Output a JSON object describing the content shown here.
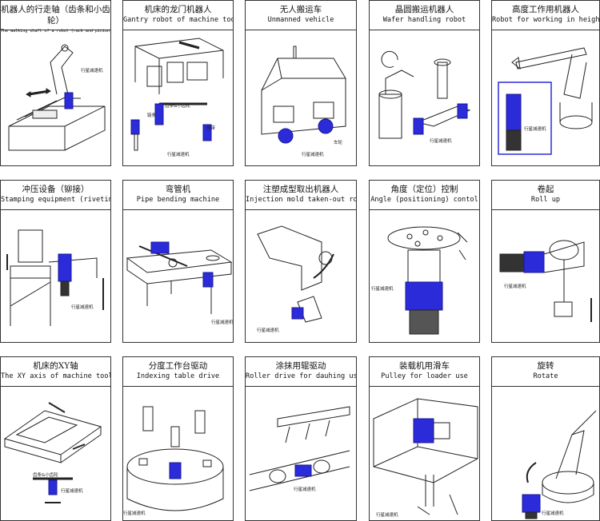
{
  "colors": {
    "accent": "#2b2bd9",
    "line": "#222222"
  },
  "cards": [
    {
      "zh": "机器人的行走轴（齿条和小齿轮）",
      "en": "The walking shaft of a robot (rack and pinion)",
      "label": "行星减速机"
    },
    {
      "zh": "机床的龙门机器人",
      "en": "Gantry robot of machine tool",
      "label": "行星减速机",
      "extra1": "链条",
      "extra2": "皮带",
      "extra3": "齿条&小齿轮"
    },
    {
      "zh": "无人搬运车",
      "en": "Unmanned vehicle",
      "label": "行星减速机",
      "extra1": "车轮"
    },
    {
      "zh": "晶圆搬运机器人",
      "en": "Wafer handling robot",
      "label": "行星减速机"
    },
    {
      "zh": "高度工作用机器人",
      "en": "Robot for working in height",
      "label": "行星减速机"
    },
    {
      "zh": "冲压设备（铆接）",
      "en": "Stamping equipment (riveting)",
      "label": "行星减速机"
    },
    {
      "zh": "弯管机",
      "en": "Pipe bending machine",
      "label": "行星减速机"
    },
    {
      "zh": "注塑成型取出机器人",
      "en": "Injection mold taken-out robot",
      "label": "行星减速机"
    },
    {
      "zh": "角度（定位）控制",
      "en": "Angle (positioning) contol",
      "label": "行星减速机"
    },
    {
      "zh": "卷起",
      "en": "Roll up",
      "label": "行星减速机"
    },
    {
      "zh": "机床的XY轴",
      "en": "The XY axis of machine tool",
      "label": "行星减速机",
      "extra1": "齿条&小齿轮"
    },
    {
      "zh": "分度工作台驱动",
      "en": "Indexing table drive",
      "label": "行星减速机"
    },
    {
      "zh": "涂抹用辊驱动",
      "en": "Roller drive for dauhing use",
      "label": "行星减速机"
    },
    {
      "zh": "装载机用滑车",
      "en": "Pulley for loader use",
      "label": "行星减速机"
    },
    {
      "zh": "旋转",
      "en": "Rotate",
      "label": "行星减速机"
    }
  ]
}
